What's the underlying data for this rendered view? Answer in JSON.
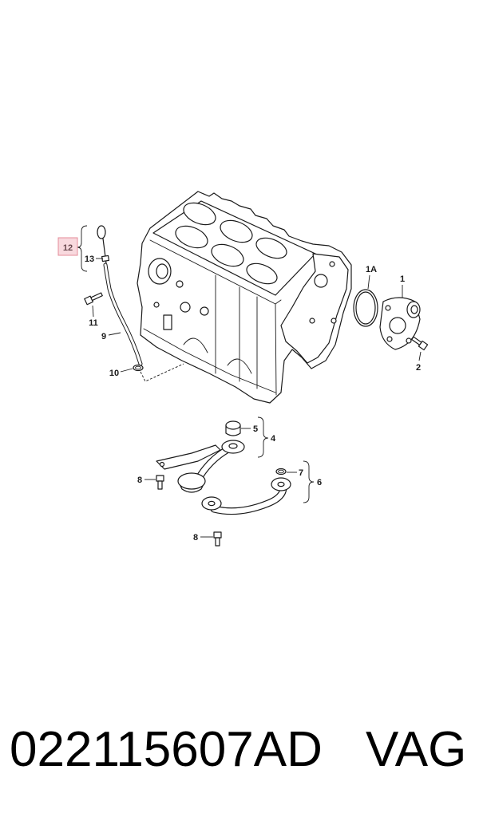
{
  "diagram": {
    "highlight_fill": "#f8d9de",
    "highlight_border": "#e58c99",
    "callouts": [
      {
        "label": "12",
        "highlighted": true
      },
      {
        "label": "13"
      },
      {
        "label": "11"
      },
      {
        "label": "9"
      },
      {
        "label": "10"
      },
      {
        "label": "1A"
      },
      {
        "label": "1"
      },
      {
        "label": "2"
      },
      {
        "label": "5"
      },
      {
        "label": "4"
      },
      {
        "label": "8"
      },
      {
        "label": "7"
      },
      {
        "label": "6"
      },
      {
        "label": "8"
      }
    ]
  },
  "caption": {
    "part_number": "022115607AD",
    "brand": "VAG"
  }
}
